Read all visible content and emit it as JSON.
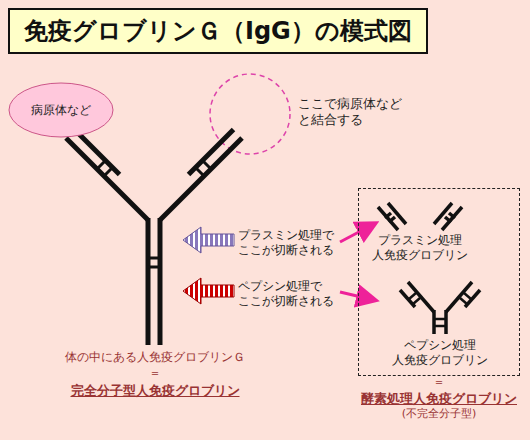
{
  "diagram": {
    "title": "免疫グロブリンＧ（IgG）の模式図",
    "nodes": [
      {
        "text": [
          "病原体など"
        ]
      },
      {
        "text": [
          "＝",
          "酵素処理人免疫グロブリン",
          "(不完全分子型)"
        ]
      }
    ],
    "labels": [
      "ここで病原体など と結合する",
      "プラスミン処理で ここが切断される",
      "ペプシン処理で ここが切断される",
      "プラスミン処理 人免疫グロブリン",
      "ペプシン処理 人免疫グロブリン",
      "体の中にある人免疫グロブリンＧ",
      "＝",
      "完全分子型人免疫グロブリン"
    ]
  }
}
